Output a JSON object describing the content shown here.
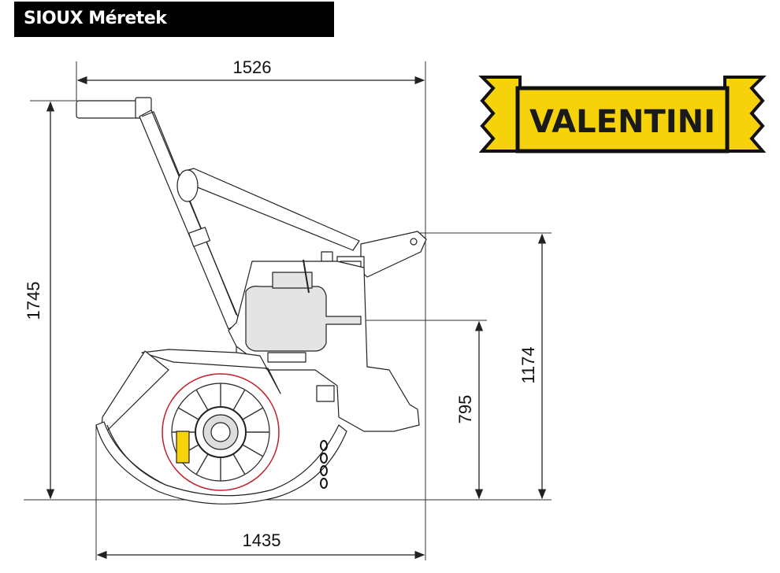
{
  "title": "SIOUX Méretek",
  "logo": {
    "text": "VALENTINI",
    "fill_color": "#f5d20a",
    "outline_color": "#111111"
  },
  "dimensions": {
    "overall_length": "1526",
    "overall_height": "1745",
    "base_length": "1435",
    "hitch_height": "1174",
    "pto_height": "795"
  },
  "colors": {
    "line": "#222222",
    "rotor_outline": "#c0202a",
    "gearbox_fill": "#e4e4e4"
  }
}
